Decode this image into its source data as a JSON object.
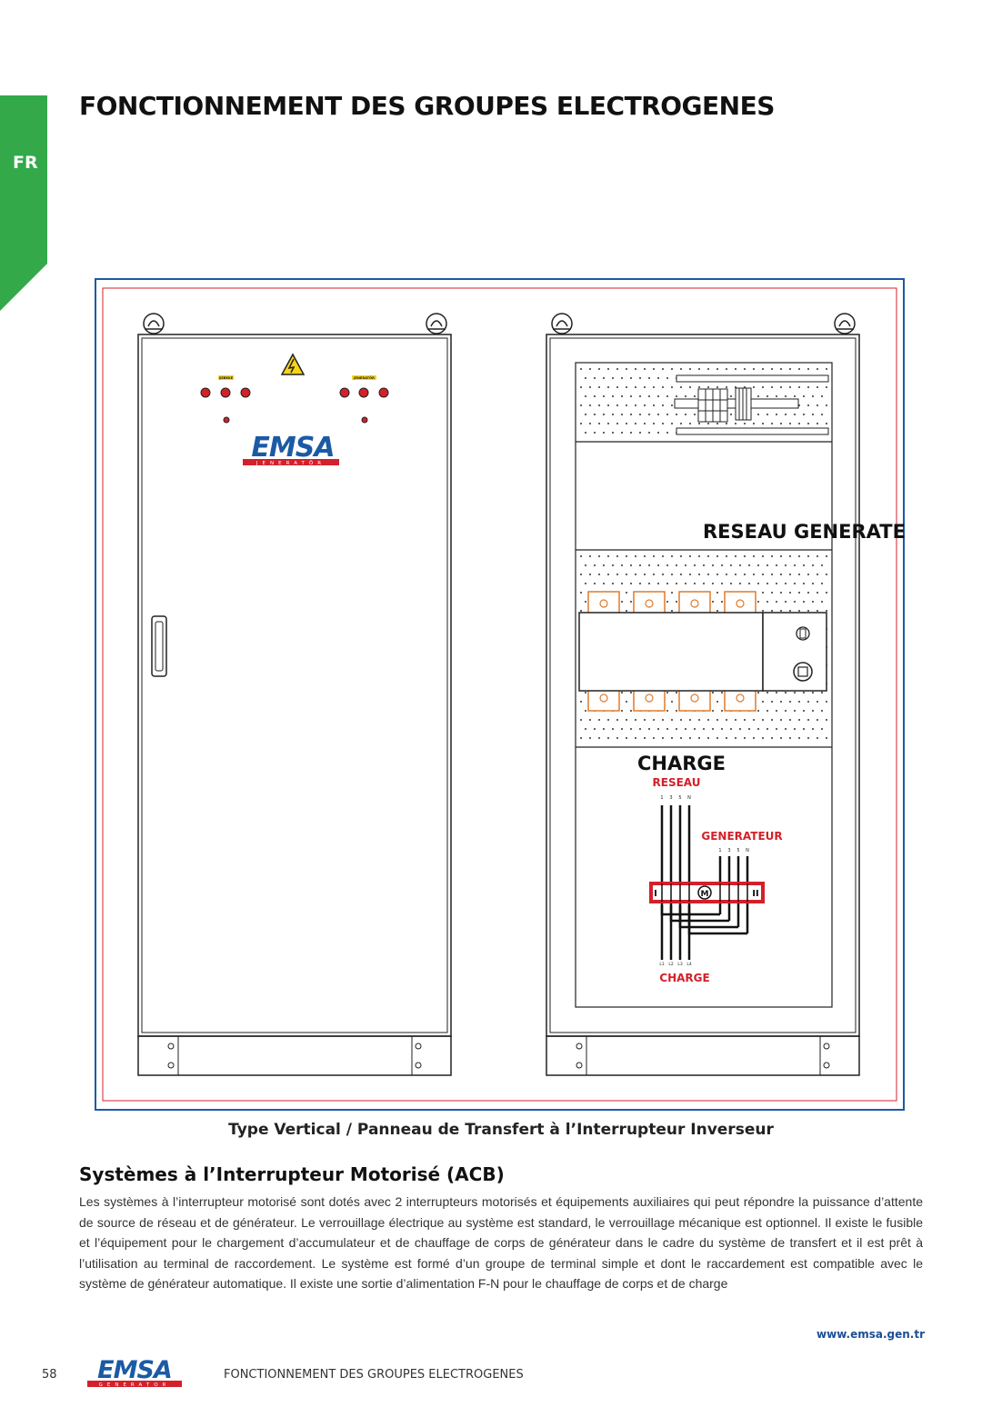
{
  "sidebar": {
    "lang": "FR",
    "color": "#33a94a"
  },
  "page": {
    "title": "FONCTIONNEMENT DES GROUPES ELECTROGENES",
    "number": "58",
    "url": "www.emsa.gen.tr",
    "footer_title": "FONCTIONNEMENT DES GROUPES ELECTROGENES"
  },
  "brand": {
    "name": "EMSA",
    "tagline_door": "JENERATÖR",
    "tagline_footer": "GENERATOR",
    "blue": "#1b5aa5",
    "red": "#d4202a"
  },
  "figure": {
    "caption": "Type Vertical / Panneau de Transfert à l’Interrupteur Inverseur",
    "door": {
      "left_indicator_label": "ŞEBEKE",
      "right_indicator_label": "JENERATÖR"
    },
    "inner": {
      "top_label": "RESEAU GENERATEUR",
      "charge_label": "CHARGE",
      "diagram": {
        "reseau": "RESEAU",
        "generateur": "GENERATEUR",
        "charge": "CHARGE",
        "switch_left": "I",
        "switch_right": "II",
        "motor": "M",
        "reseau_terminals": [
          "1",
          "3",
          "5",
          "N"
        ],
        "generateur_terminals": [
          "1",
          "3",
          "5",
          "N"
        ],
        "charge_terminals": [
          "L1",
          "L2",
          "L3",
          "L4"
        ]
      }
    }
  },
  "section": {
    "heading": "Systèmes à l’Interrupteur Motorisé (ACB)",
    "body": "Les systèmes à l’interrupteur motorisé sont dotés avec 2 interrupteurs motorisés et équipements auxiliaires qui peut répondre la puissance d’attente de source de réseau et de générateur. Le verrouillage électrique au système est standard, le verrouillage mécanique est optionnel. Il existe le fusible et l’équipement pour le chargement d’accumulateur et de chauffage de corps de générateur dans le cadre du système de transfert et il est prêt à l’utilisation au terminal de raccordement. Le système est formé d’un groupe de terminal simple et dont le raccardement est compatible avec le système de générateur automatique. Il existe une sortie d’alimentation F-N pour le chauffage de corps et de charge"
  }
}
